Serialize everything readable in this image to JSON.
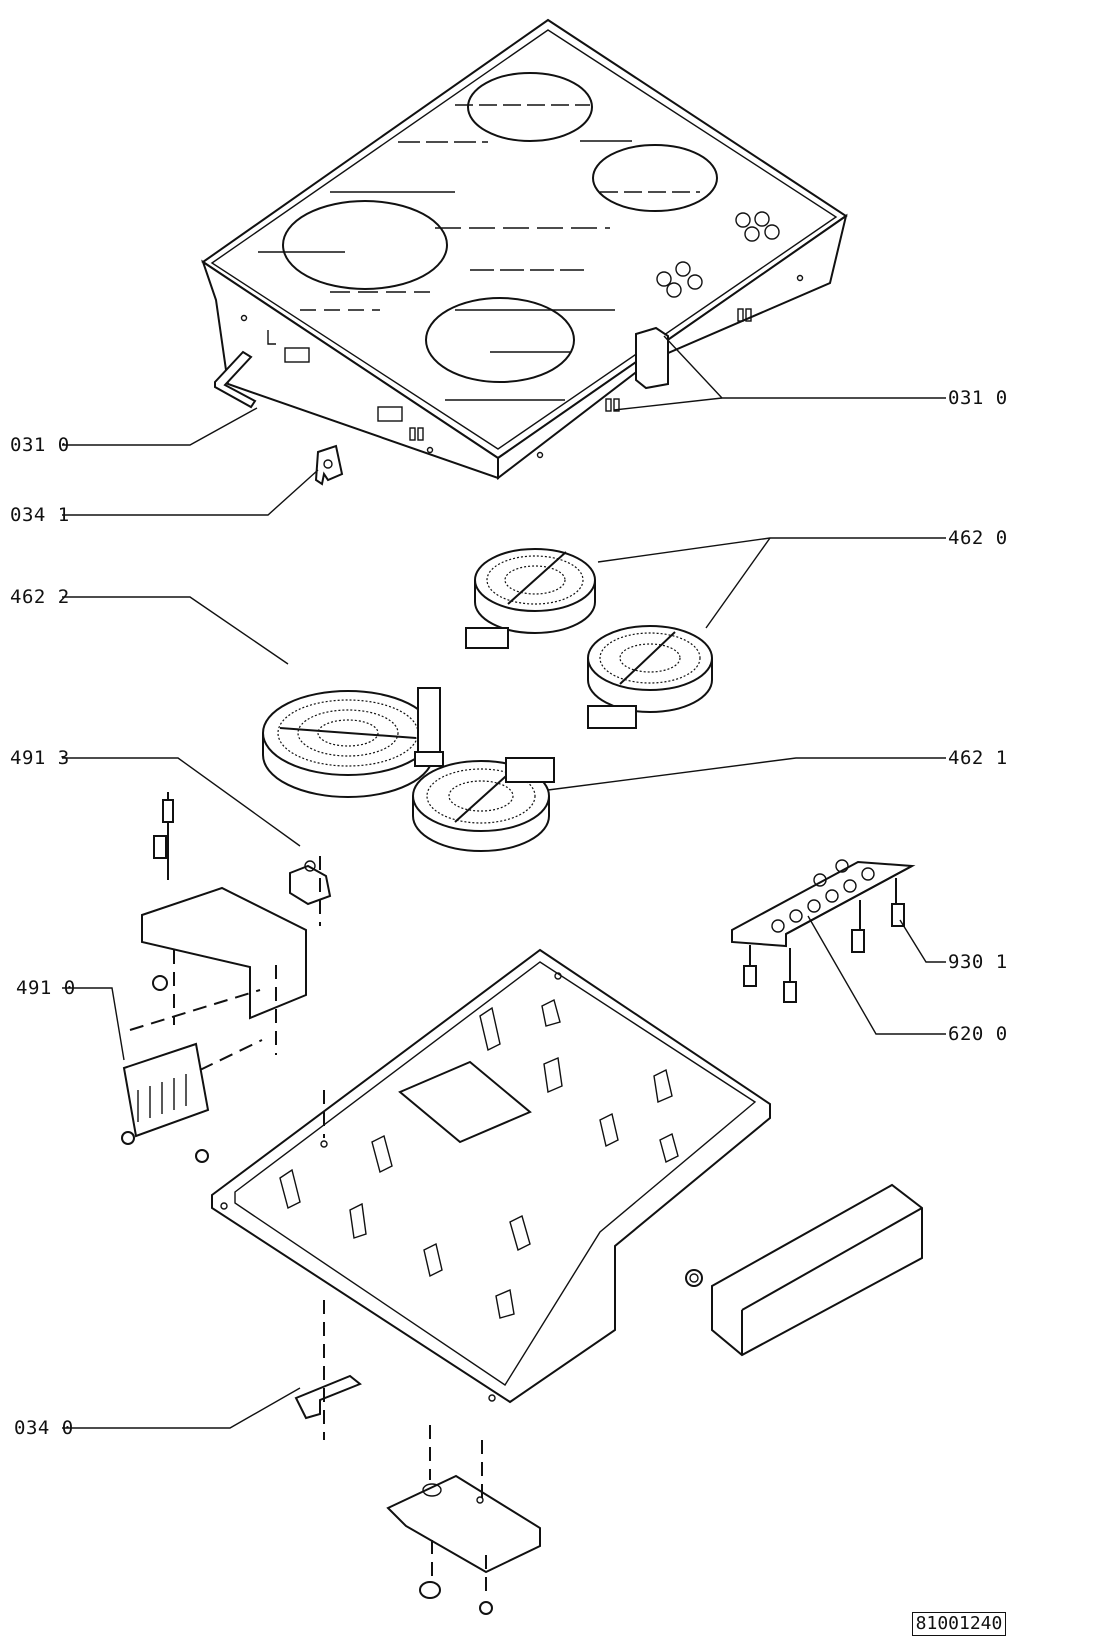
{
  "labels": {
    "l_0310_left": "031 0",
    "l_0341": "034 1",
    "l_4622": "462 2",
    "l_4913": "491 3",
    "l_4910": "491 0",
    "l_0340": "034 0",
    "l_0310_right": "031 0",
    "l_4620": "462 0",
    "l_4621": "462 1",
    "l_9301": "930 1",
    "l_6200": "620 0"
  },
  "reference_number": "81001240"
}
